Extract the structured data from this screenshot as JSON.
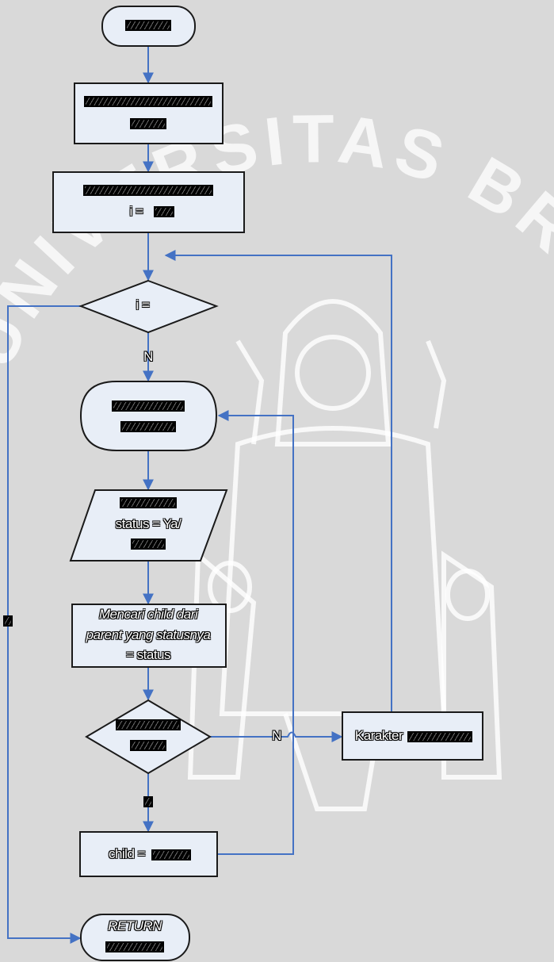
{
  "watermark": {
    "text": "UNIVERSITAS BRAWIJAYA"
  },
  "nodes": {
    "start": {
      "label": ""
    },
    "init": {
      "label1": "",
      "label2": ""
    },
    "loop_set": {
      "label1": "",
      "label2": "i = ",
      "label2_tail": ""
    },
    "cond_loop": {
      "label": "i = "
    },
    "loop_start": {
      "label1": "",
      "label2": ""
    },
    "input": {
      "label1": "",
      "label2": "status = Ya/",
      "label3": ""
    },
    "process": {
      "label1": "Mencari child dari",
      "label2": "parent yang statusnya",
      "label3": "= status"
    },
    "cond_child": {
      "label1": "",
      "label2": ""
    },
    "assign": {
      "label": "child = "
    },
    "output": {
      "label": "Karakter "
    },
    "return": {
      "label1": "RETURN",
      "label2": ""
    }
  },
  "edges": {
    "cond_loop_no": "N",
    "cond_child_no": "N",
    "cond_child_yes": "",
    "cond_loop_yes": ""
  },
  "colors": {
    "box_fill": "#e8eef7",
    "box_stroke": "#1a1a1a",
    "arrow": "#4472c4",
    "watermark": "#ffffff"
  }
}
